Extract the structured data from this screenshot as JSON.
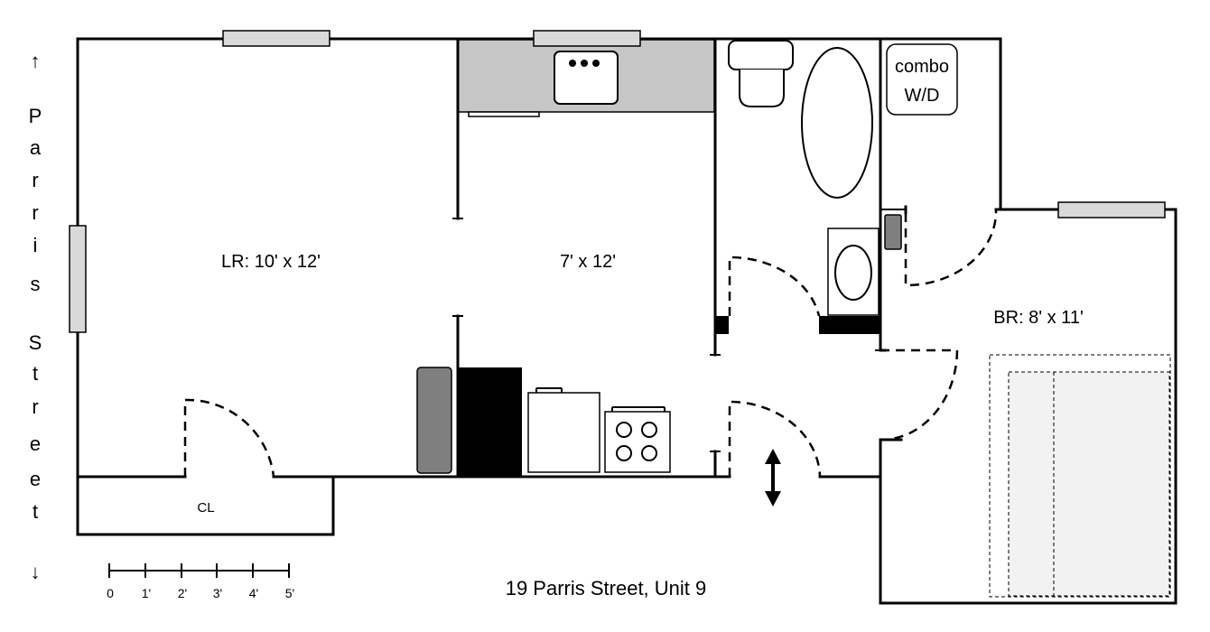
{
  "rooms": {
    "living": "LR: 10' x 12'",
    "kitchen": "7' x 12'",
    "bedroom": "BR: 8' x 11'",
    "closet": "CL"
  },
  "appliance": {
    "washer_line1": "combo",
    "washer_line2": "W/D"
  },
  "street": {
    "arrow_up": "↑",
    "letters": [
      "P",
      "a",
      "r",
      "r",
      "i",
      "s",
      "S",
      "t",
      "r",
      "e",
      "e",
      "t"
    ],
    "arrow_down": "↓"
  },
  "scale": {
    "labels": [
      "0",
      "1'",
      "2'",
      "3'",
      "4'",
      "5'"
    ]
  },
  "title": "19 Parris Street, Unit 9",
  "colors": {
    "window": "#d9d9d9",
    "counter": "#c6c6c6",
    "dark_gray": "#7f7f7f",
    "black": "#000000",
    "bed": "#f2f2f2"
  }
}
